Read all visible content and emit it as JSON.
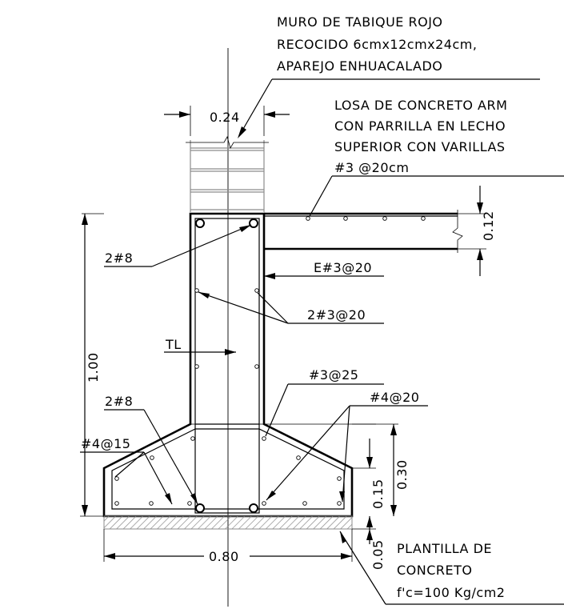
{
  "notes": {
    "muro": [
      "MURO DE TABIQUE ROJO",
      "RECOCIDO 6cmx12cmx24cm,",
      "APAREJO ENHUACALADO"
    ],
    "losa": [
      "LOSA DE CONCRETO ARM",
      "CON PARRILLA EN LECHO",
      "SUPERIOR CON VARILLAS",
      "#3 @20cm"
    ],
    "plantilla": [
      "PLANTILLA DE",
      "CONCRETO",
      "f'c=100 Kg/cm2"
    ]
  },
  "rebar": {
    "top_bars": "2#8",
    "stirrups": "E#3@20",
    "side_bars": "2#3@20",
    "tl": "TL",
    "haunch_bars": "#3@25",
    "bottom_bars": "2#8",
    "footing_right": "#4@20",
    "footing_left": "#4@15"
  },
  "dims": {
    "wall_width": "0.24",
    "slab_thickness": "0.12",
    "total_height": "1.00",
    "footing_height": "0.30",
    "footing_edge": "0.15",
    "plantilla_thickness": "0.05",
    "footing_width": "0.80"
  }
}
